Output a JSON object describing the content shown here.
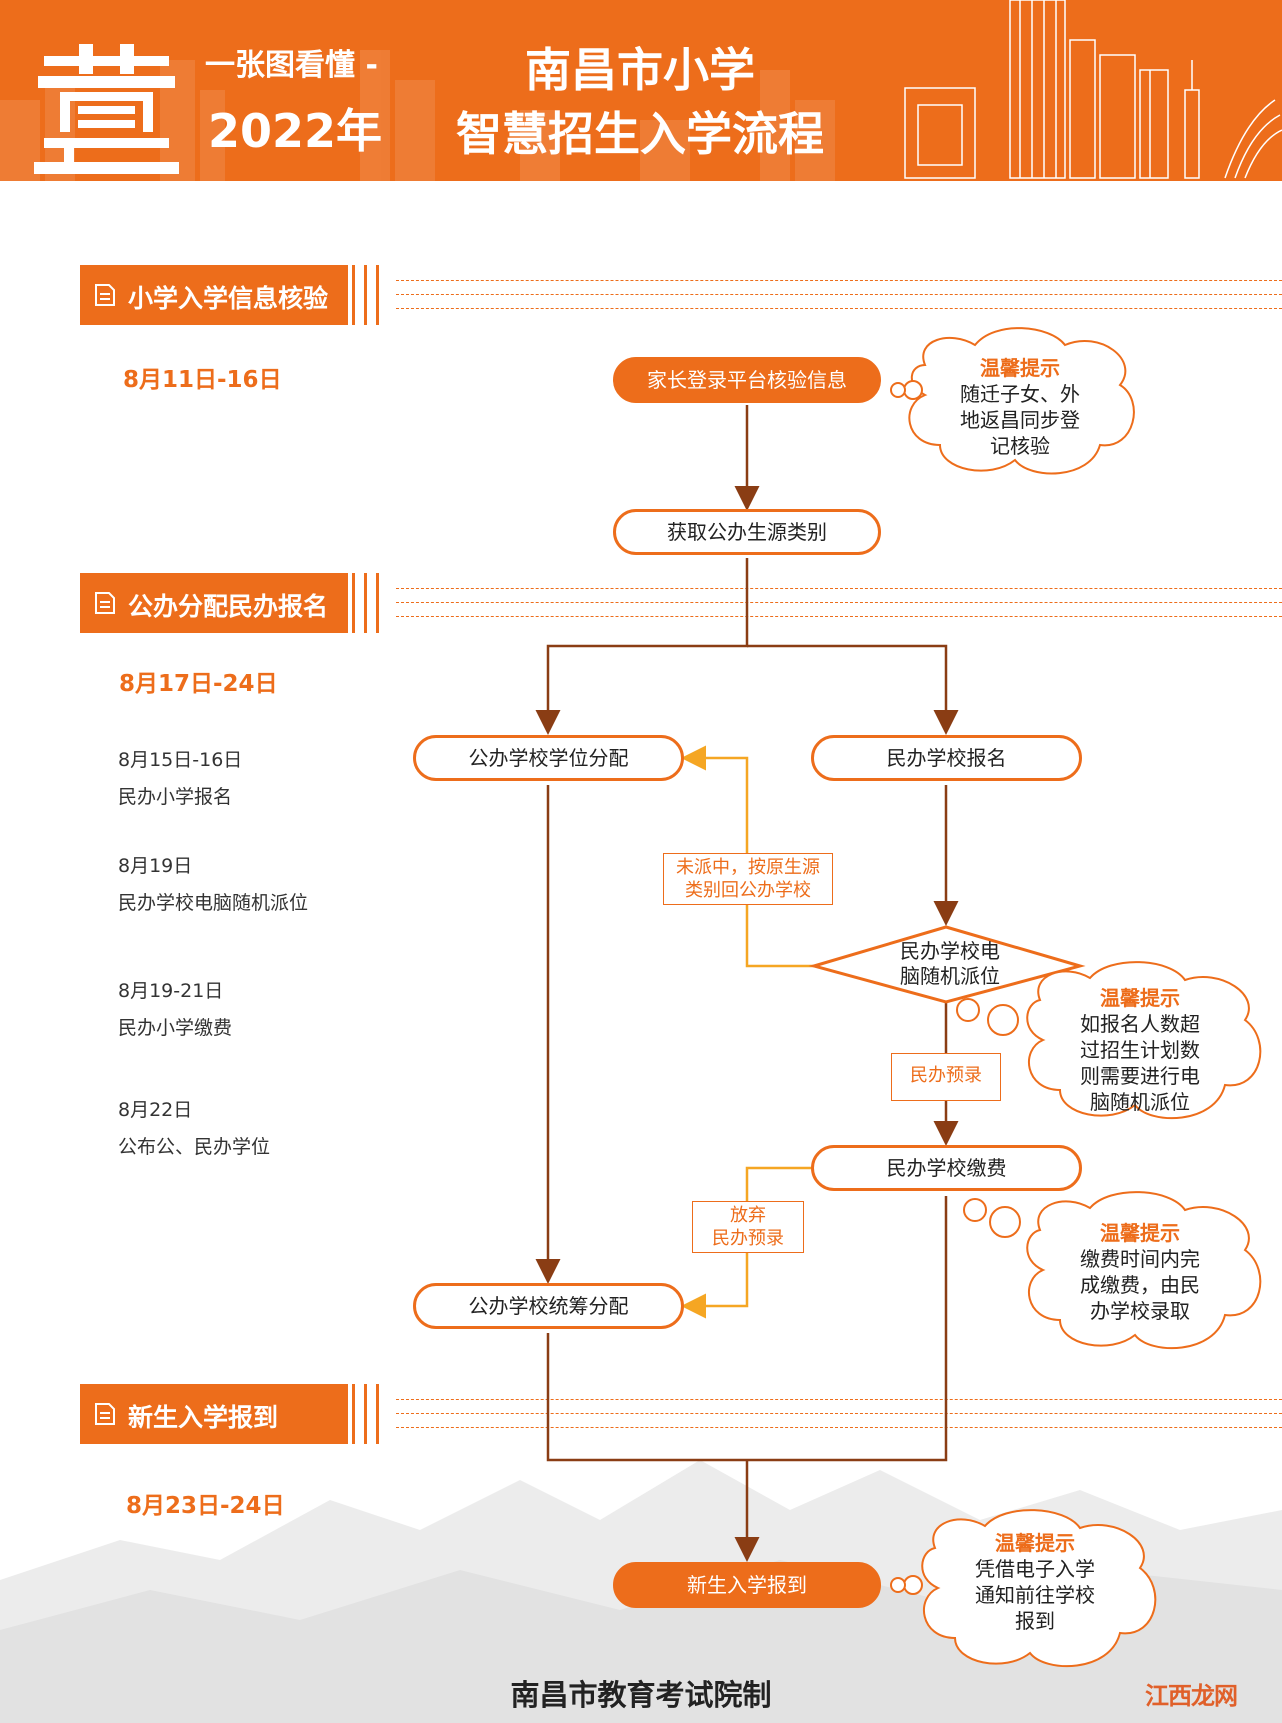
{
  "banner": {
    "subtitle": "一张图看懂 -",
    "year": "2022年",
    "title_line1": "南昌市小学",
    "title_line2": "智慧招生入学流程",
    "accent_color": "#ed6d1b"
  },
  "stages": [
    {
      "label": "小学入学信息核验",
      "date": "8月11日-16日"
    },
    {
      "label": "公办分配民办报名",
      "date": "8月17日-24日"
    },
    {
      "label": "新生入学报到",
      "date": "8月23日-24日"
    }
  ],
  "side_notes": [
    {
      "date": "8月15日-16日",
      "text": "民办小学报名"
    },
    {
      "date": "8月19日",
      "text": "民办学校电脑随机派位"
    },
    {
      "date": "8月19-21日",
      "text": "民办小学缴费"
    },
    {
      "date": "8月22日",
      "text": "公布公、民办学位"
    }
  ],
  "nodes": {
    "verify": "家长登录平台核验信息",
    "category": "获取公办生源类别",
    "public_alloc": "公办学校学位分配",
    "private_reg": "民办学校报名",
    "lottery": "民办学校电脑随机派位",
    "lottery_line1": "民办学校电",
    "lottery_line2": "脑随机派位",
    "private_fee": "民办学校缴费",
    "public_coord": "公办学校统筹分配",
    "report": "新生入学报到"
  },
  "edge_labels": {
    "not_selected_line1": "未派中，按原生源",
    "not_selected_line2": "类别回公办学校",
    "pre_admit": "民办预录",
    "abandon_line1": "放弃",
    "abandon_line2": "民办预录"
  },
  "tips": [
    {
      "title": "温馨提示",
      "lines": [
        "随迁子女、外",
        "地返昌同步登",
        "记核验"
      ]
    },
    {
      "title": "温馨提示",
      "lines": [
        "如报名人数超",
        "过招生计划数",
        "则需要进行电",
        "脑随机派位"
      ]
    },
    {
      "title": "温馨提示",
      "lines": [
        "缴费时间内完",
        "成缴费，由民",
        "办学校录取"
      ]
    },
    {
      "title": "温馨提示",
      "lines": [
        "凭借电子入学",
        "通知前往学校",
        "报到"
      ]
    }
  ],
  "footer": "南昌市教育考试院制",
  "watermark": "江西龙网",
  "icons": {
    "stage": "document-icon"
  }
}
